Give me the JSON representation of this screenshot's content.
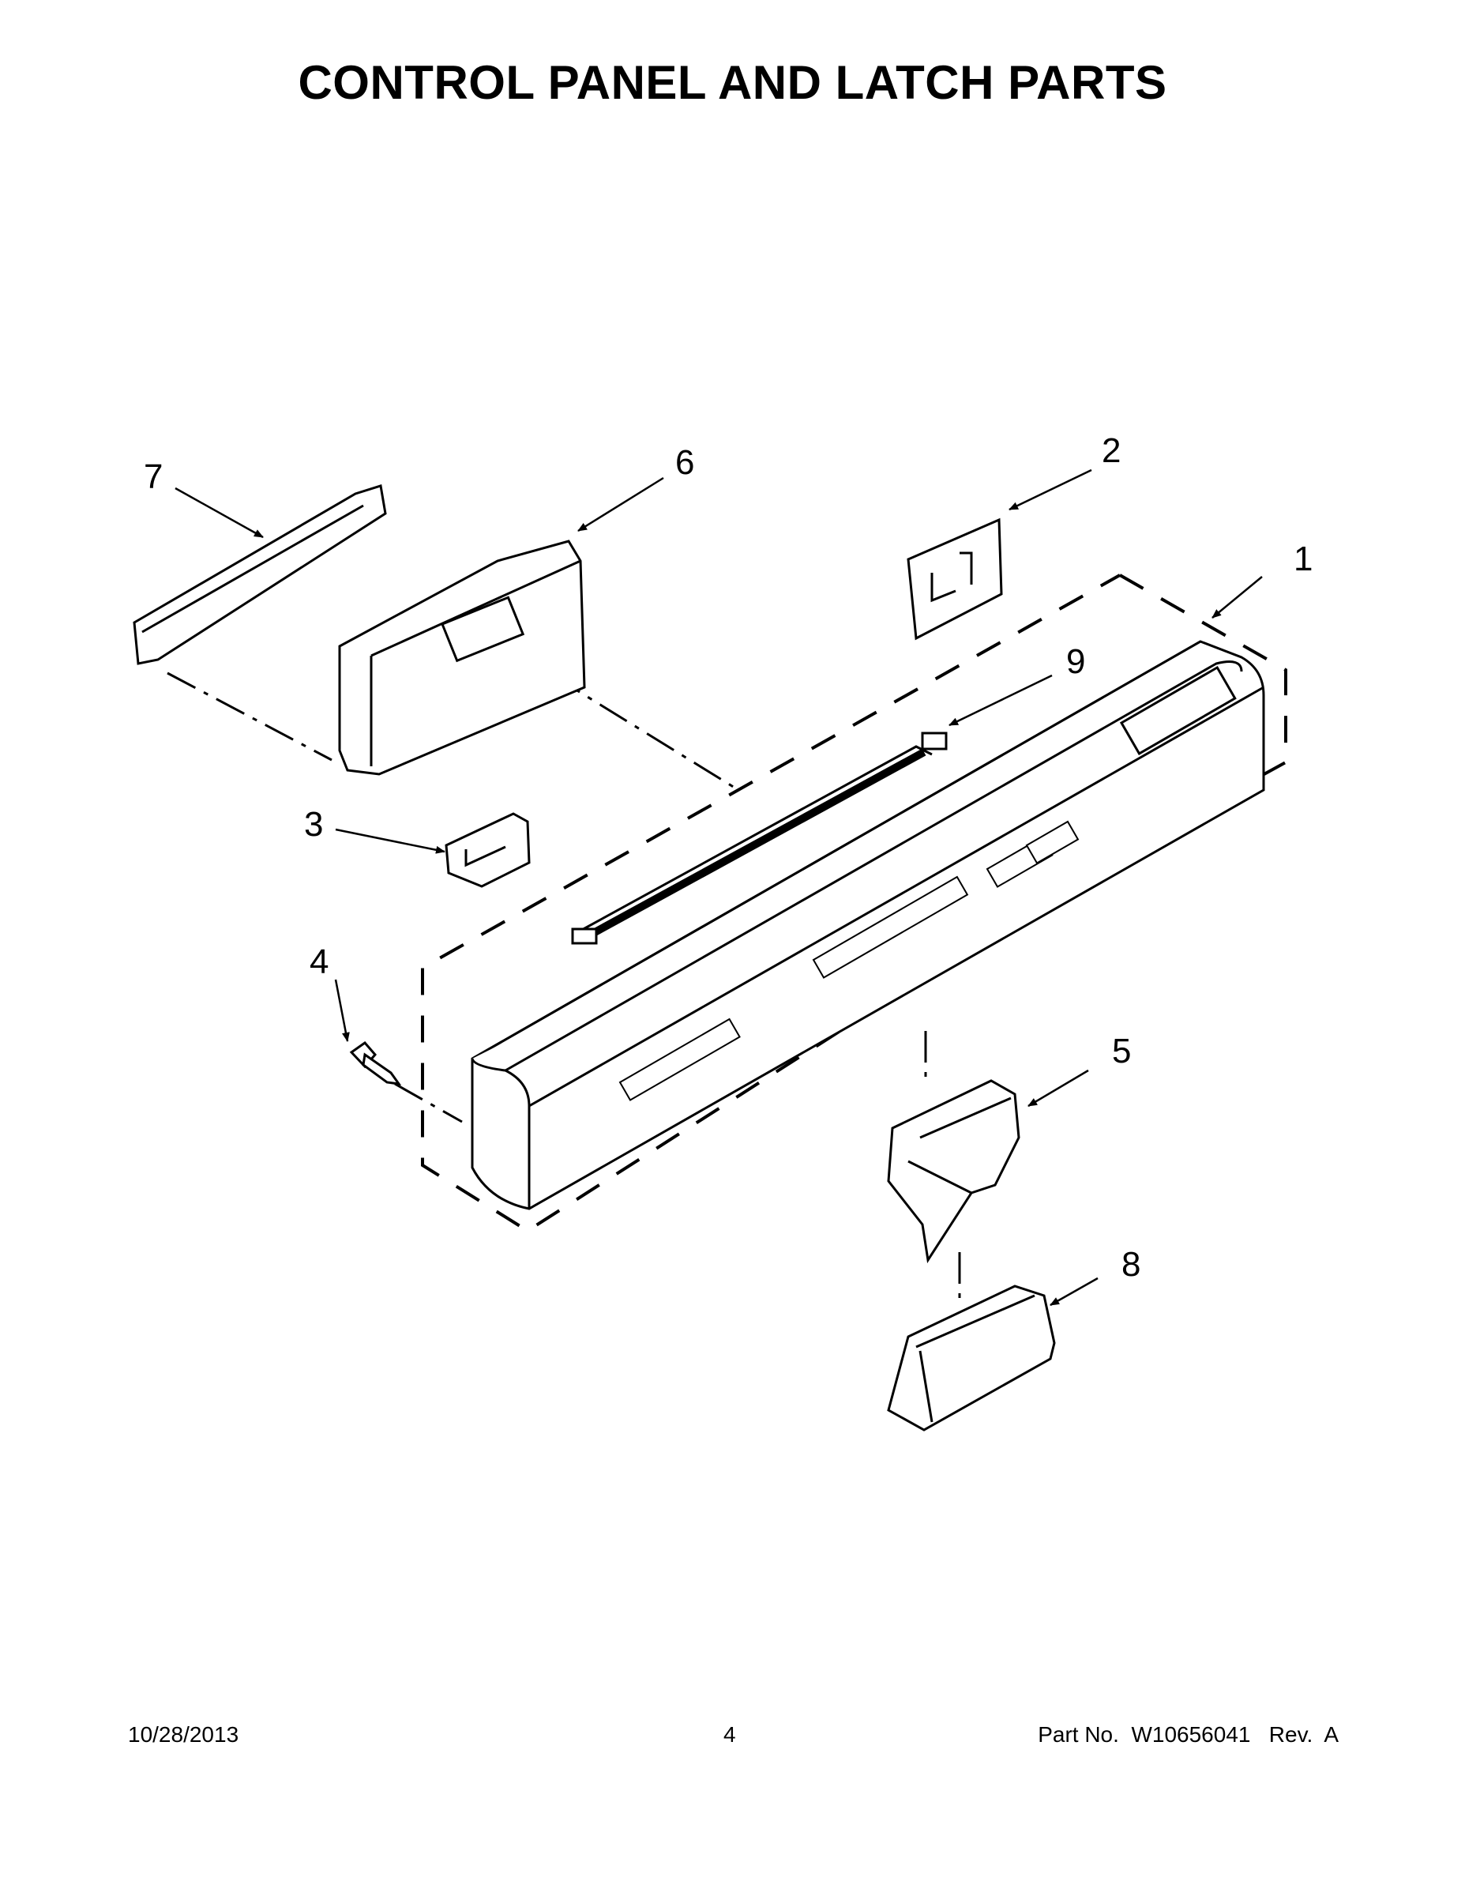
{
  "title": "CONTROL PANEL AND LATCH PARTS",
  "callouts": {
    "c1": "1",
    "c2": "2",
    "c3": "3",
    "c4": "4",
    "c5": "5",
    "c6": "6",
    "c7": "7",
    "c8": "8",
    "c9": "9"
  },
  "footer": {
    "date": "10/28/2013",
    "page": "4",
    "part_no": "Part No.  W10656041   Rev.  A"
  }
}
